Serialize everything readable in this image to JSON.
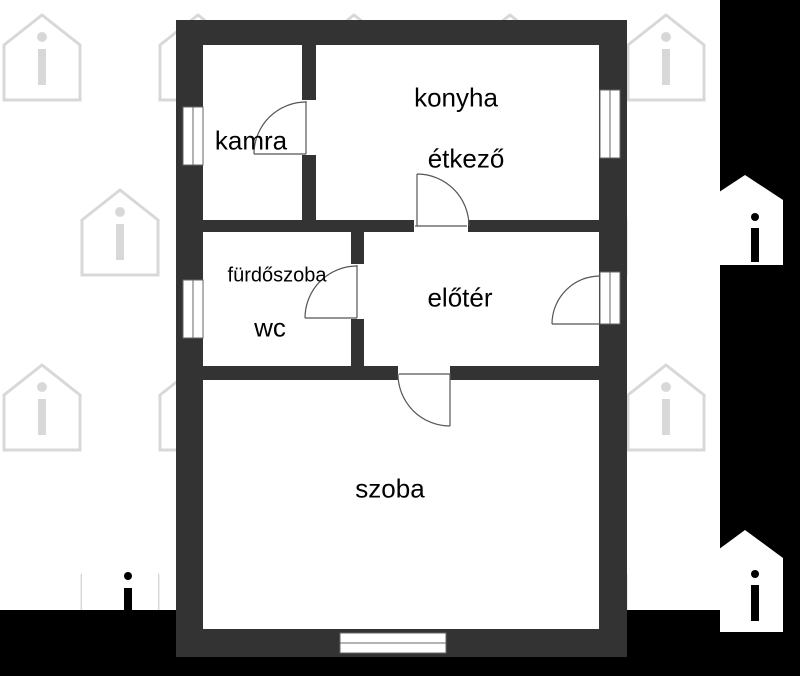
{
  "rooms": {
    "kamra": "kamra",
    "konyha": "konyha",
    "etkezo": "étkező",
    "furdoszoba": "fürdőszoba",
    "wc": "wc",
    "eloter": "előtér",
    "szoba": "szoba"
  },
  "colors": {
    "wall": "#333333",
    "floor": "#ffffff",
    "background_left": "#ffffff",
    "background_right": "#000000",
    "watermark": "#dcdcdc"
  },
  "icons": [
    "house-watermark-icon"
  ]
}
